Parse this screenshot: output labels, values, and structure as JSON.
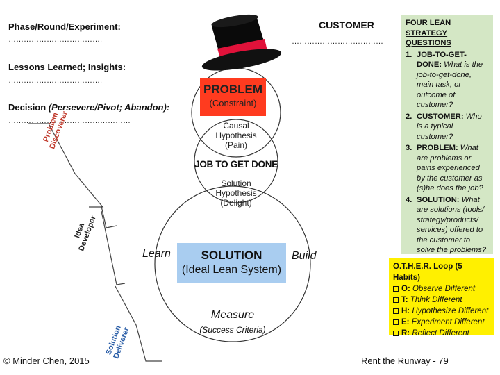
{
  "left_panel": {
    "phase_label": "Phase/Round/Experiment:",
    "phase_line": "……………………………….",
    "lessons_label": "Lessons Learned; Insights:",
    "lessons_line": "……………………………….",
    "decision_label": "Decision ",
    "decision_options": "(Persevere/Pivot; Abandon):",
    "decision_line": "…………………………………………",
    "role_problem_1": "Problem",
    "role_problem_2": "Discoverer",
    "role_idea_1": "Idea",
    "role_idea_2": "Developer",
    "role_solution_1": "Solution",
    "role_solution_2": "Deliverer"
  },
  "customer": {
    "label": "CUSTOMER",
    "line": "………………………………"
  },
  "center": {
    "problem_title": "PROBLEM",
    "problem_sub": "(Constraint)",
    "causal_1": "Causal",
    "causal_2": "Hypothesis",
    "causal_3": "(Pain)",
    "job": "JOB TO GET DONE",
    "solhyp_1": "Solution",
    "solhyp_2": "Hypothesis",
    "solhyp_3": "(Delight)",
    "solution_title": "SOLUTION",
    "solution_sub": "(Ideal Lean System)",
    "learn": "Learn",
    "build": "Build",
    "measure": "Measure",
    "measure_sub": "(Success Criteria)"
  },
  "questions_box": {
    "title_1": "FOUR LEAN STRATEGY",
    "title_2": "QUESTIONS",
    "items": [
      {
        "num": "1.",
        "head": "JOB-TO-GET-DONE:",
        "body": "What is the job-to-get-done, main task, or outcome of customer?"
      },
      {
        "num": "2.",
        "head": "CUSTOMER:",
        "body": "Who is a typical customer?"
      },
      {
        "num": "3.",
        "head": "PROBLEM:",
        "body": "What are problems or pains experienced by the customer as (s)he does the job?"
      },
      {
        "num": "4.",
        "head": "SOLUTION:",
        "body": "What are solutions (tools/ strategy/products/ services) offered to the customer to solve the problems?"
      }
    ]
  },
  "other_box": {
    "title": "O.T.H.E.R. Loop (5 Habits)",
    "items": [
      {
        "key": "O:",
        "text": "Observe Different"
      },
      {
        "key": "T:",
        "text": "Think Different"
      },
      {
        "key": "H:",
        "text": "Hypothesize Different"
      },
      {
        "key": "E:",
        "text": "Experiment Different"
      },
      {
        "key": "R:",
        "text": "Reflect Different"
      }
    ]
  },
  "footer": {
    "copyright": "© Minder Chen, 2015",
    "page": "Rent the Runway - 79"
  },
  "colors": {
    "problem_fill": "#ff3b1f",
    "solution_fill": "#a9cdf0",
    "questions_fill": "#d4e7c5",
    "other_fill": "#fff000",
    "role_text": "#c0392b"
  }
}
